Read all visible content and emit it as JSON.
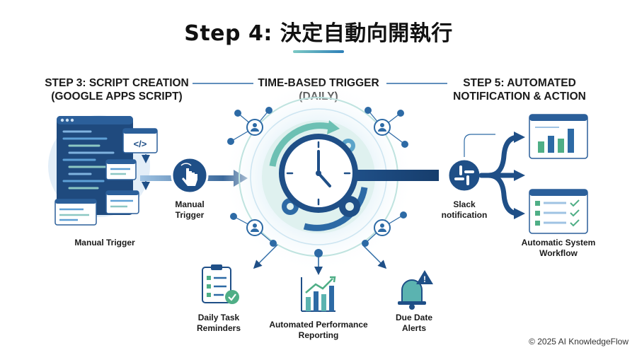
{
  "title": "Step 4: 決定自動向開執行",
  "left_section": {
    "line1": "STEP 3: SCRIPT CREATION",
    "line2": "(GOOGLE APPS SCRIPT)"
  },
  "center_section": {
    "line1": "TIME-BASED TRIGGER",
    "line2": "(DAILY)"
  },
  "right_section": {
    "line1": "STEP 5: AUTOMATED",
    "line2": "NOTIFICATION & ACTION"
  },
  "labels": {
    "manual_trigger_bottom": "Manual Trigger",
    "manual_trigger_btn_line1": "Manual",
    "manual_trigger_btn_line2": "Trigger",
    "slack_line1": "Slack",
    "slack_line2": "notification",
    "workflow_line1": "Automatic System",
    "workflow_line2": "Workflow",
    "daily_task_line1": "Daily Task",
    "daily_task_line2": "Reminders",
    "perf_line1": "Automated Performance",
    "perf_line2": "Reporting",
    "due_line1": "Due Date",
    "due_line2": "Alerts"
  },
  "footer": "© 2025 AI KnowledgeFlow",
  "colors": {
    "navy": "#1f4f87",
    "teal": "#5bb3b0",
    "light_blue": "#d6e8f5",
    "accent_green": "#4fae86"
  }
}
